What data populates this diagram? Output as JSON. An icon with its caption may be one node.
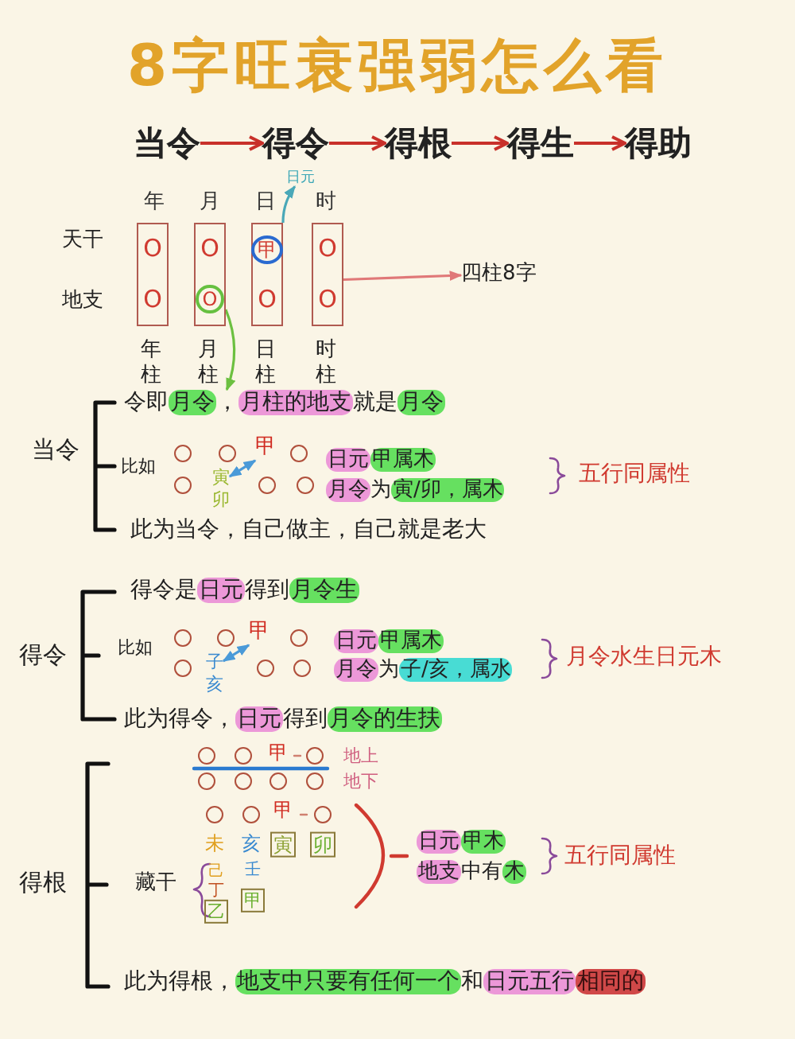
{
  "diagram": {
    "title": "8字旺衰强弱怎么看",
    "nodes": [
      {
        "text": [
          "当令"
        ]
      },
      {
        "text": [
          "得令"
        ]
      },
      {
        "text": [
          "得根"
        ]
      },
      {
        "text": [
          "得生"
        ]
      },
      {
        "text": [
          "得助"
        ]
      },
      {
        "text": [
          "O",
          "O"
        ]
      },
      {
        "text": [
          "O",
          "O"
        ]
      },
      {
        "text": [
          "甲",
          "O"
        ]
      },
      {
        "text": [
          "O",
          "O"
        ]
      },
      {
        "text": [
          "四柱8字"
        ]
      },
      {
        "text": [
          "日元"
        ]
      },
      {
        "text": [
          "令即月令，月柱的地支就是月令"
        ]
      },
      {
        "text": [
          "甲"
        ]
      },
      {
        "text": [
          "寅",
          "卯"
        ]
      },
      {
        "text": [],
        "shape": "circle"
      },
      {
        "text": [],
        "shape": "circle"
      },
      {
        "text": [],
        "shape": "circle"
      },
      {
        "text": [],
        "shape": "circle"
      },
      {
        "text": [],
        "shape": "circle"
      },
      {
        "text": [],
        "shape": "circle"
      },
      {
        "text": [
          "甲"
        ]
      },
      {
        "text": [
          "子",
          "亥"
        ]
      },
      {
        "text": [],
        "shape": "circle"
      },
      {
        "text": [],
        "shape": "circle"
      },
      {
        "text": [],
        "shape": "circle"
      },
      {
        "text": [],
        "shape": "circle"
      },
      {
        "text": [],
        "shape": "circle"
      },
      {
        "text": [],
        "shape": "circle"
      },
      {
        "text": [],
        "shape": "circle"
      },
      {
        "text": [],
        "shape": "circle"
      },
      {
        "text": [],
        "shape": "circle"
      },
      {
        "text": [],
        "shape": "circle"
      },
      {
        "text": [],
        "shape": "circle"
      },
      {
        "text": [],
        "shape": "circle"
      },
      {
        "text": [],
        "shape": "circle"
      },
      {
        "text": [],
        "shape": "circle"
      },
      {
        "text": [],
        "shape": "circle"
      },
      {
        "text": [],
        "shape": "circle"
      },
      {
        "text": [
          "寅"
        ]
      },
      {
        "text": [
          "卯"
        ]
      },
      {
        "text": [
          "乙"
        ]
      },
      {
        "text": [
          "甲"
        ]
      }
    ],
    "edges": [
      {
        "from": 0,
        "to": 1,
        "arrow": "to",
        "color": "#c8302a"
      },
      {
        "from": 1,
        "to": 2,
        "arrow": "to",
        "color": "#c8302a"
      },
      {
        "from": 2,
        "to": 3,
        "arrow": "to",
        "color": "#c8302a"
      },
      {
        "from": 3,
        "to": 4,
        "arrow": "to",
        "color": "#c8302a"
      },
      {
        "from": 8,
        "to": 9,
        "arrow": "to",
        "color": "#e07878"
      },
      {
        "from": 7,
        "to": 10,
        "arrow": "to",
        "color": "#4aa8b8"
      },
      {
        "from": 6,
        "to": 11,
        "arrow": "to",
        "color": "#6cc040"
      },
      {
        "from": 13,
        "to": 12,
        "arrow": "both",
        "color": "#4a9ad8"
      },
      {
        "from": 21,
        "to": 20,
        "arrow": "both",
        "color": "#4a9ad8"
      }
    ],
    "labels": [
      "年",
      "月",
      "日",
      "时",
      "天干",
      "地支",
      "年柱",
      "月柱",
      "日柱",
      "时柱",
      "当令",
      "比如",
      "日元甲属木",
      "月令为寅/卯，属木",
      "五行同属性",
      "此为当令，自己做主，自己就是老大",
      "得令是日元得到月令生",
      "得令",
      "比如",
      "日元甲属木",
      "月令为子/亥，属水",
      "月令水生日元木",
      "此为得令，日元得到月令的生扶",
      "甲",
      "地上",
      "地下",
      "甲",
      "未",
      "亥",
      "得根",
      "藏干",
      "己",
      "壬",
      "丁",
      "日元甲木",
      "地支中有木",
      "五行同属性",
      "此为得根，地支中只要有任何一个和日元五行相同的"
    ]
  }
}
